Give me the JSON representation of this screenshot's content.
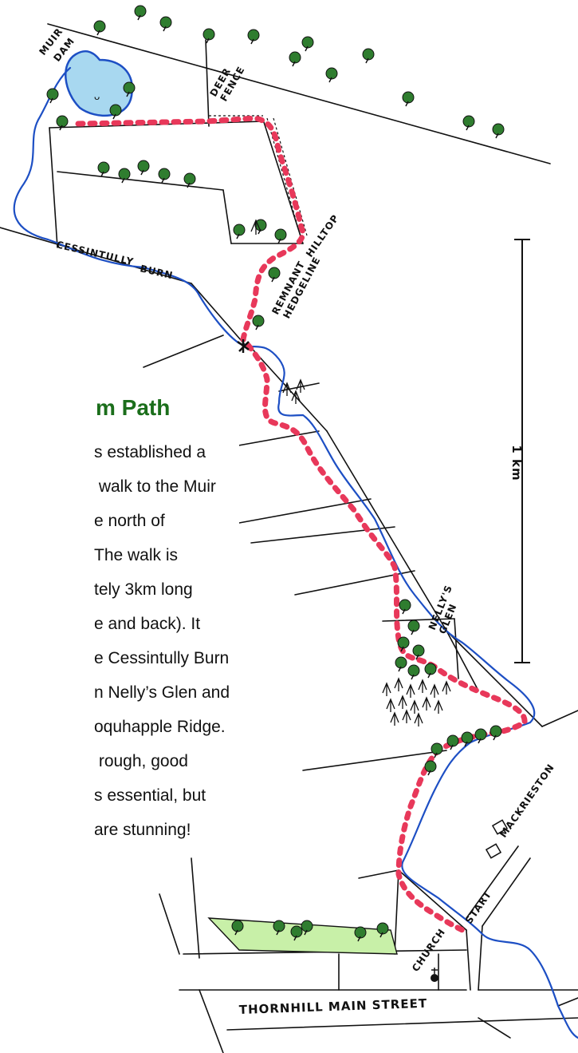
{
  "map": {
    "labels": {
      "muir_dam": [
        "MUIR",
        "DAM"
      ],
      "deer_fence": [
        "DEER",
        "FENCE"
      ],
      "hilltop": "HILLTOP",
      "remnant_hedgeline": [
        "REMNANT",
        "HEDGELINE"
      ],
      "cessintully_burn": [
        "CESSINTULLY",
        "BURN"
      ],
      "nellys_glen": [
        "NELLY'S",
        "GLEN"
      ],
      "mackrieston": "MACKRIESTON",
      "start": "START",
      "church": "CHURCH",
      "thornhill_main_street": "THORNHILL MAIN STREET",
      "scale": "1 km"
    },
    "colors": {
      "path": "#e8385a",
      "burn": "#1d4fc4",
      "dam_water": "#a8d8f0",
      "field": "#c8f0a8",
      "tree": "#2f7d2f"
    }
  },
  "info": {
    "title": "m Path",
    "lines": [
      "s established a",
      " walk to the Muir",
      "e north of",
      "The walk is",
      "tely 3km long",
      "e and back). It",
      "e Cessintully Burn",
      "n Nelly’s Glen and",
      "oquhapple Ridge.",
      " rough, good",
      "s essential, but",
      "are stunning!"
    ]
  }
}
